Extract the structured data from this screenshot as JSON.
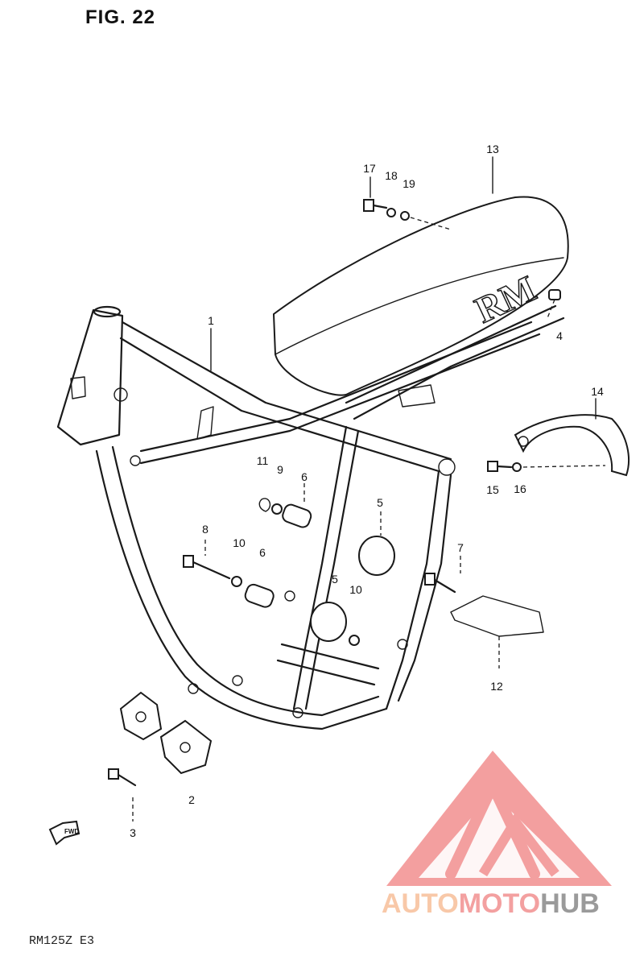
{
  "figure": {
    "title": "FIG. 22",
    "model_code": "RM125Z E3",
    "fwd_label": "FWD"
  },
  "callouts": [
    {
      "id": "1",
      "label": "1"
    },
    {
      "id": "2",
      "label": "2"
    },
    {
      "id": "3",
      "label": "3"
    },
    {
      "id": "4",
      "label": "4"
    },
    {
      "id": "5a",
      "label": "5"
    },
    {
      "id": "5b",
      "label": "5"
    },
    {
      "id": "6a",
      "label": "6"
    },
    {
      "id": "6b",
      "label": "6"
    },
    {
      "id": "7",
      "label": "7"
    },
    {
      "id": "8",
      "label": "8"
    },
    {
      "id": "9",
      "label": "9"
    },
    {
      "id": "10a",
      "label": "10"
    },
    {
      "id": "10b",
      "label": "10"
    },
    {
      "id": "11",
      "label": "11"
    },
    {
      "id": "12",
      "label": "12"
    },
    {
      "id": "13",
      "label": "13"
    },
    {
      "id": "14",
      "label": "14"
    },
    {
      "id": "15",
      "label": "15"
    },
    {
      "id": "16",
      "label": "16"
    },
    {
      "id": "17",
      "label": "17"
    },
    {
      "id": "18",
      "label": "18"
    },
    {
      "id": "19",
      "label": "19"
    }
  ],
  "seat_logo": "RM",
  "watermark": {
    "part1": "AUTO",
    "part2": "MOTO",
    "part3": "HUB",
    "colors": {
      "triangle": "#f08080",
      "auto": "#f8c8a8",
      "moto": "#f3a0a0",
      "hub": "#9a9a9a"
    }
  }
}
